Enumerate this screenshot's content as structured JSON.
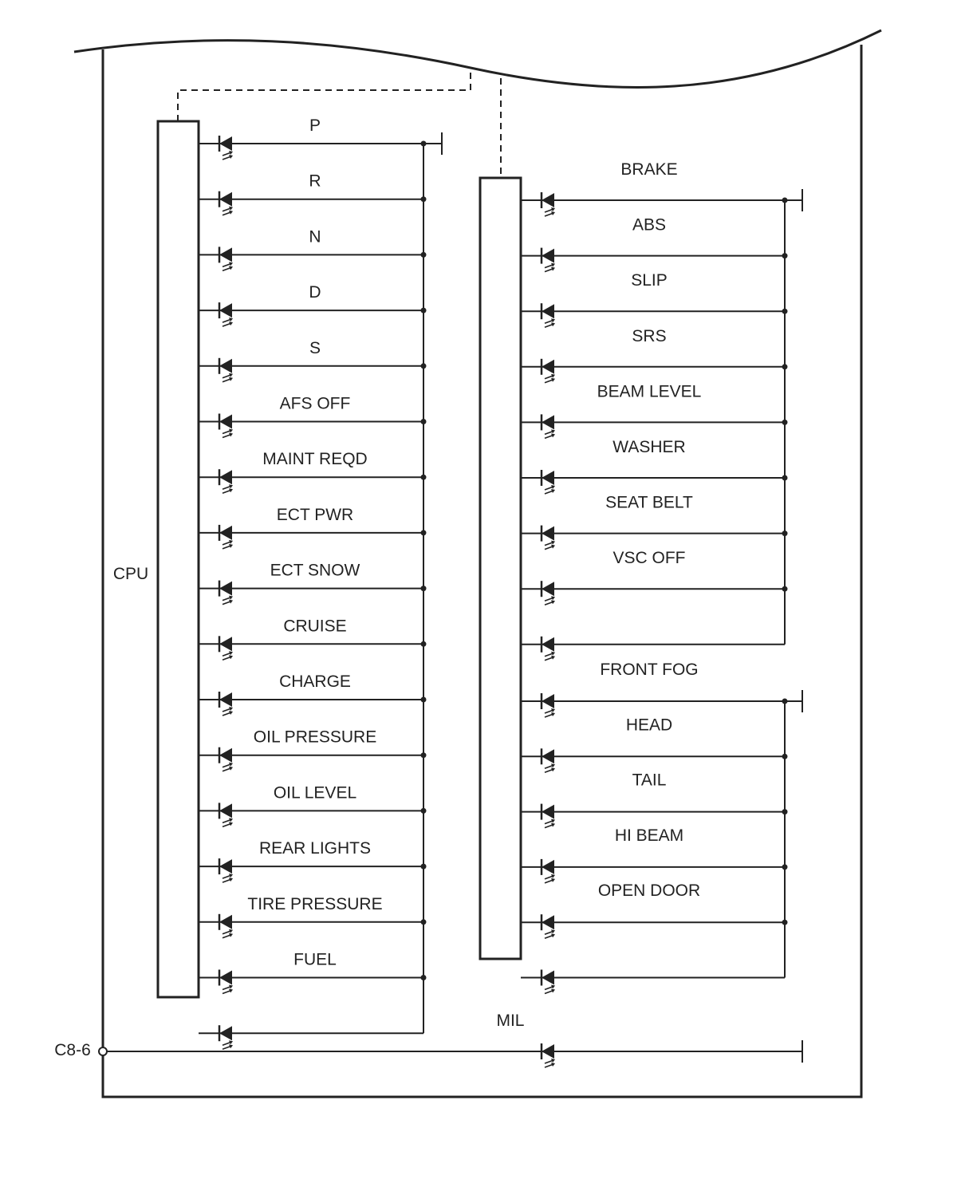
{
  "cpu_label": "CPU",
  "connector_label": "C8-6",
  "mil_label": "MIL",
  "left_column": [
    "P",
    "R",
    "N",
    "D",
    "S",
    "AFS OFF",
    "MAINT REQD",
    "ECT PWR",
    "ECT SNOW",
    "CRUISE",
    "CHARGE",
    "OIL PRESSURE",
    "OIL LEVEL",
    "REAR LIGHTS",
    "TIRE PRESSURE",
    "FUEL"
  ],
  "right_top_column": [
    "BRAKE",
    "ABS",
    "SLIP",
    "SRS",
    "BEAM LEVEL",
    "WASHER",
    "SEAT BELT",
    "VSC OFF"
  ],
  "right_bottom_column": [
    "FRONT FOG",
    "HEAD",
    "TAIL",
    "HI BEAM",
    "OPEN DOOR"
  ],
  "colors": {
    "line": "#222222",
    "background": "#ffffff"
  }
}
